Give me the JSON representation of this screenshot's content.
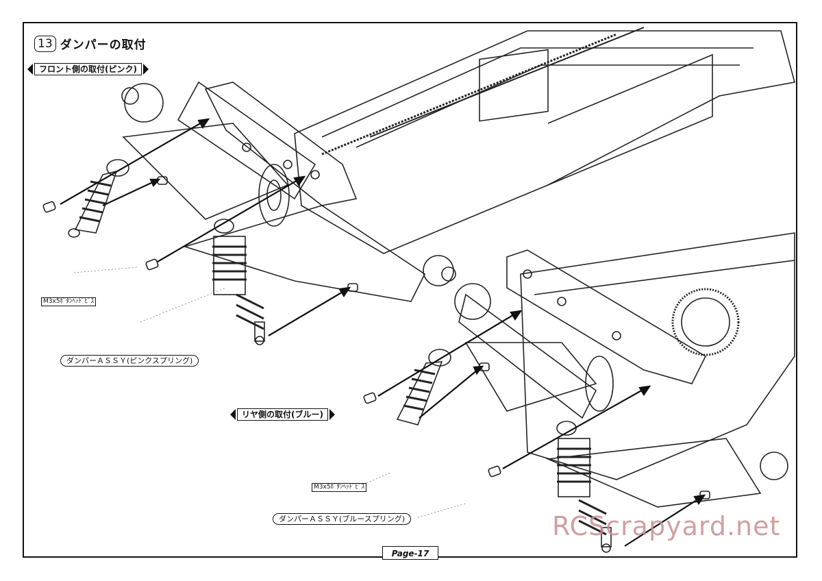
{
  "step": {
    "number": "13",
    "title": "ダンパーの取付"
  },
  "front_label": "フロント側の取付(ピンク)",
  "rear_label": "リヤ側の取付(ブルー)",
  "screw_label_front": "M3x5ﾎﾞﾀﾝﾍｯﾄﾞﾋﾞｽ",
  "screw_label_rear": "M3x5ﾎﾞﾀﾝﾍｯﾄﾞﾋﾞｽ",
  "damper_front": "ダンパーＡＳＳＹ(ピンクスプリング)",
  "damper_rear": "ダンパーＡＳＳＹ(ブルースプリング)",
  "page": "Page-17",
  "watermark": "RCScrapyard.net"
}
